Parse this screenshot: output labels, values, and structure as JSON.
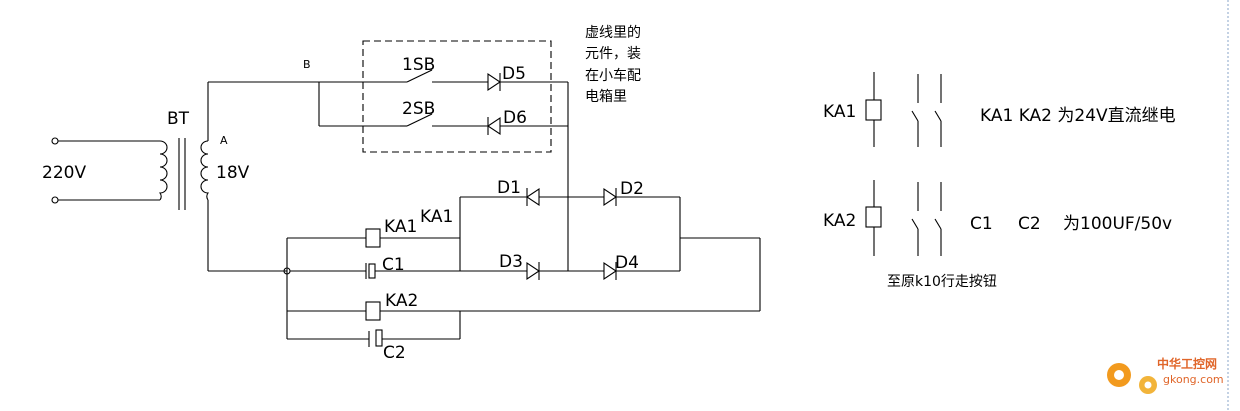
{
  "labels": {
    "v220": "220V",
    "bt": "BT",
    "a": "A",
    "v18": "18V",
    "b": "B",
    "sb1": "1SB",
    "sb2": "2SB",
    "d5": "D5",
    "d6": "D6",
    "d1": "D1",
    "d2": "D2",
    "d3": "D3",
    "d4": "D4",
    "ka1_coil": "KA1",
    "ka1_side": "KA1",
    "c1": "C1",
    "ka2_coil": "KA2",
    "c2": "C2",
    "ka1_legend": "KA1",
    "ka2_legend": "KA2",
    "c1_legend": "C1",
    "c2_legend": "C2"
  },
  "notes": {
    "dashed_line1": "虚线里的",
    "dashed_line2": "元件，装",
    "dashed_line3": "在小车配",
    "dashed_line4": "电箱里",
    "relay_note": "KA1  KA2  为24V直流继电",
    "cap_note": "为100UF/50v",
    "button_note": "至原k10行走按钮"
  },
  "watermark": {
    "brand": "中华工控网",
    "url": "gkong.com"
  }
}
